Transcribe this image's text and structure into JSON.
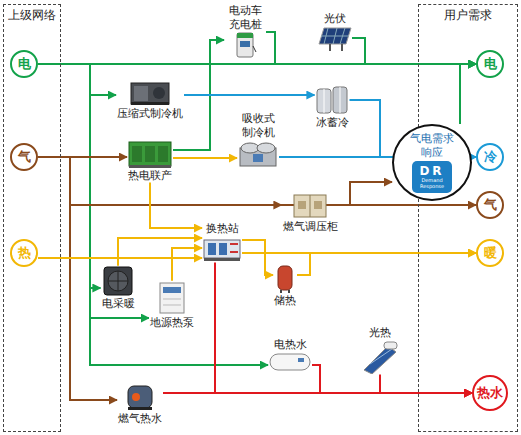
{
  "diagram": {
    "nodes": [
      {
        "text": [
          "上级网络"
        ]
      },
      {
        "text": [
          "电"
        ],
        "in": 0
      },
      {
        "text": [
          "气"
        ],
        "in": 0
      },
      {
        "text": [
          "热"
        ],
        "in": 0
      },
      {
        "text": [
          "用户需求"
        ]
      },
      {
        "text": [
          "电"
        ],
        "in": 4
      },
      {
        "text": [
          "冷"
        ],
        "in": 4
      },
      {
        "text": [
          "气"
        ],
        "in": 4
      },
      {
        "text": [
          "暖"
        ],
        "in": 4
      },
      {
        "text": [
          "热水"
        ],
        "in": 4
      },
      {
        "text": [
          "气电需求响应",
          "DR",
          "Demand Response"
        ]
      },
      {
        "text": [
          "电动车 充电桩"
        ]
      },
      {
        "text": [
          "光伏"
        ]
      },
      {
        "text": [
          "压缩式制冷机"
        ]
      },
      {
        "text": [
          "热电联产"
        ]
      },
      {
        "text": [
          "吸收式 制冷机"
        ]
      },
      {
        "text": [
          "冰蓄冷"
        ]
      },
      {
        "text": [
          "燃气调压柜"
        ]
      },
      {
        "text": [
          "换热站"
        ]
      },
      {
        "text": [
          "储热"
        ]
      },
      {
        "text": [
          "电采暖"
        ]
      },
      {
        "text": [
          "地源热泵"
        ]
      },
      {
        "text": [
          "电热水"
        ]
      },
      {
        "text": [
          "光热"
        ]
      },
      {
        "text": [
          "燃气热水"
        ]
      }
    ],
    "edges": [
      {
        "from": 1,
        "to": 5,
        "arrow": "to"
      },
      {
        "from": 14,
        "to": 11,
        "arrow": "to"
      },
      {
        "from": 11,
        "to": 5,
        "arrow": "to"
      },
      {
        "from": 12,
        "to": 5,
        "arrow": "to"
      },
      {
        "from": 14,
        "to": 5,
        "arrow": "to"
      },
      {
        "from": 1,
        "to": 13,
        "arrow": "to"
      },
      {
        "from": 1,
        "to": 20,
        "arrow": "to"
      },
      {
        "from": 1,
        "to": 21,
        "arrow": "to"
      },
      {
        "from": 1,
        "to": 22,
        "arrow": "to"
      },
      {
        "from": 2,
        "to": 14,
        "arrow": "to"
      },
      {
        "from": 2,
        "to": 17,
        "arrow": "to"
      },
      {
        "from": 17,
        "to": 7,
        "arrow": "to"
      },
      {
        "from": 2,
        "to": 24,
        "arrow": "to"
      },
      {
        "from": 2,
        "to": 10,
        "arrow": "to"
      },
      {
        "from": 10,
        "to": 5,
        "arrow": "to"
      },
      {
        "from": 13,
        "to": 16,
        "arrow": "to"
      },
      {
        "from": 16,
        "to": 6,
        "arrow": "to"
      },
      {
        "from": 15,
        "to": 6,
        "arrow": "to"
      },
      {
        "from": 3,
        "to": 18,
        "arrow": "to"
      },
      {
        "from": 14,
        "to": 18,
        "arrow": "to"
      },
      {
        "from": 14,
        "to": 15,
        "arrow": "to"
      },
      {
        "from": 20,
        "to": 18,
        "arrow": "to"
      },
      {
        "from": 21,
        "to": 18,
        "arrow": "to"
      },
      {
        "from": 18,
        "to": 8,
        "arrow": "to"
      },
      {
        "from": 18,
        "to": 19,
        "arrow": "to"
      },
      {
        "from": 19,
        "to": 8,
        "arrow": "to"
      },
      {
        "from": 18,
        "to": 9,
        "arrow": "to"
      },
      {
        "from": 24,
        "to": 9,
        "arrow": "to"
      },
      {
        "from": 22,
        "to": 9,
        "arrow": "to"
      },
      {
        "from": 23,
        "to": 9,
        "arrow": "to"
      }
    ]
  }
}
